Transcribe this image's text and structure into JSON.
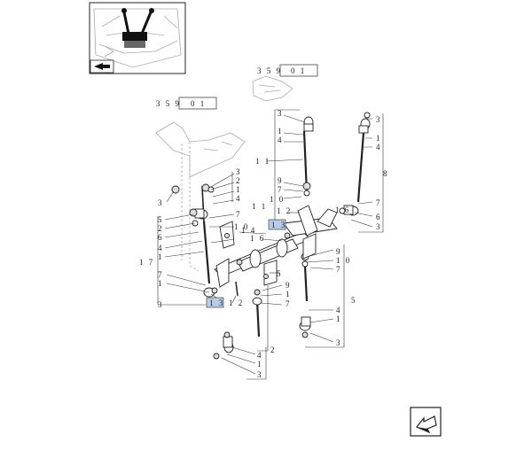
{
  "refs": {
    "top_ref": {
      "prefix": "3 5 9",
      "code": "0 1"
    },
    "left_ref": {
      "prefix": "3 5 9",
      "code": "0 1"
    }
  },
  "callouts": {
    "c13a": "1 3",
    "c13b": "1 3"
  },
  "labels": [
    "3",
    "1",
    "4",
    "1 1",
    "9",
    "7",
    "1 0",
    "1 2",
    "3",
    "1",
    "4",
    "8",
    "1 6",
    "7",
    "6",
    "3",
    "3",
    "2",
    "1",
    "4",
    "3",
    "7",
    "1 1",
    "1 0",
    "1 4",
    "1 6",
    "5",
    "2",
    "6",
    "4",
    "1",
    "1 7",
    "7",
    "1",
    "3",
    "1 2",
    "9",
    "1 0",
    "7",
    "5",
    "9",
    "1",
    "7",
    "4",
    "1",
    "3",
    "5",
    "2",
    "4",
    "1",
    "3"
  ],
  "icons": {
    "thumbnail": "machine-cab-joystick-thumbnail",
    "thumb_arrow": "direction-arrow-icon",
    "nav": "next-page-arrow-icon"
  }
}
